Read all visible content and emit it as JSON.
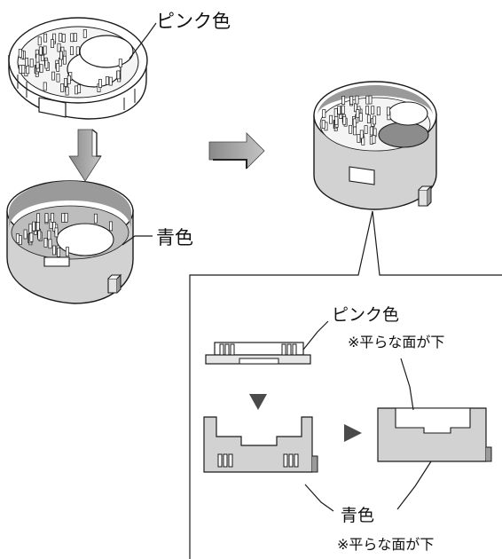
{
  "labels": {
    "pink_top": "ピンク色",
    "blue_left": "青色",
    "pink_detail": "ピンク色",
    "note_upper": "※平らな面が下",
    "blue_detail": "青色",
    "note_lower": "※平らな面が下"
  },
  "colors": {
    "line": "#1a1a1a",
    "part_gray": "#d2d2d2",
    "part_light": "#f4f4f4",
    "interior_dark": "#8c8c8c",
    "arrow_gray": "#9a9a9a",
    "arrow_dark": "#4a4a4a"
  }
}
